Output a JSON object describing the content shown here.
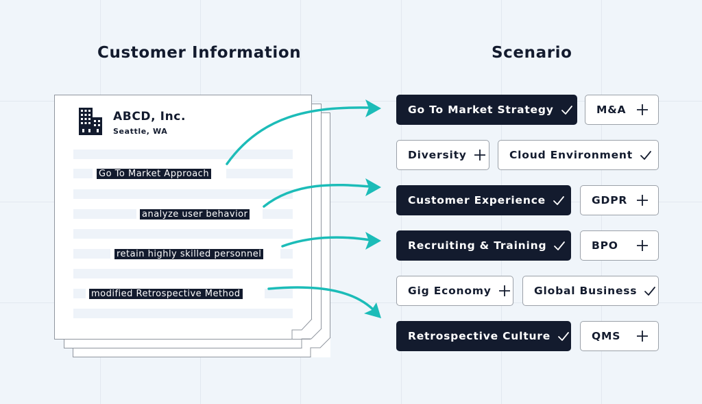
{
  "colors": {
    "background": "#f0f5fa",
    "dark": "#131b2e",
    "accent_teal": "#1cbcb8",
    "chip_border": "#9aa0a8"
  },
  "left": {
    "title": "Customer Information",
    "document": {
      "icon": "building-icon",
      "company_name": "ABCD, Inc.",
      "location": "Seattle, WA",
      "highlights": [
        "Go To Market Approach",
        "analyze user behavior",
        "retain highly skilled personnel",
        "modified Retrospective Method"
      ]
    }
  },
  "right": {
    "title": "Scenario",
    "chips": [
      {
        "label": "Go To Market Strategy",
        "selected": true,
        "icon": "check-icon"
      },
      {
        "label": "M&A",
        "selected": false,
        "icon": "plus-icon"
      },
      {
        "label": "Diversity",
        "selected": false,
        "icon": "plus-icon"
      },
      {
        "label": "Cloud Environment",
        "selected": false,
        "icon": "check-icon"
      },
      {
        "label": "Customer Experience",
        "selected": true,
        "icon": "check-icon"
      },
      {
        "label": "GDPR",
        "selected": false,
        "icon": "plus-icon"
      },
      {
        "label": "Recruiting & Training",
        "selected": true,
        "icon": "check-icon"
      },
      {
        "label": "BPO",
        "selected": false,
        "icon": "plus-icon"
      },
      {
        "label": "Gig Economy",
        "selected": false,
        "icon": "plus-icon"
      },
      {
        "label": "Global Business",
        "selected": false,
        "icon": "check-icon"
      },
      {
        "label": "Retrospective Culture",
        "selected": true,
        "icon": "check-icon"
      },
      {
        "label": "QMS",
        "selected": false,
        "icon": "plus-icon"
      }
    ]
  },
  "connections": [
    {
      "from": "Go To Market Approach",
      "to": "Go To Market Strategy"
    },
    {
      "from": "analyze user behavior",
      "to": "Customer Experience"
    },
    {
      "from": "retain highly skilled personnel",
      "to": "Recruiting & Training"
    },
    {
      "from": "modified Retrospective Method",
      "to": "Retrospective Culture"
    }
  ]
}
